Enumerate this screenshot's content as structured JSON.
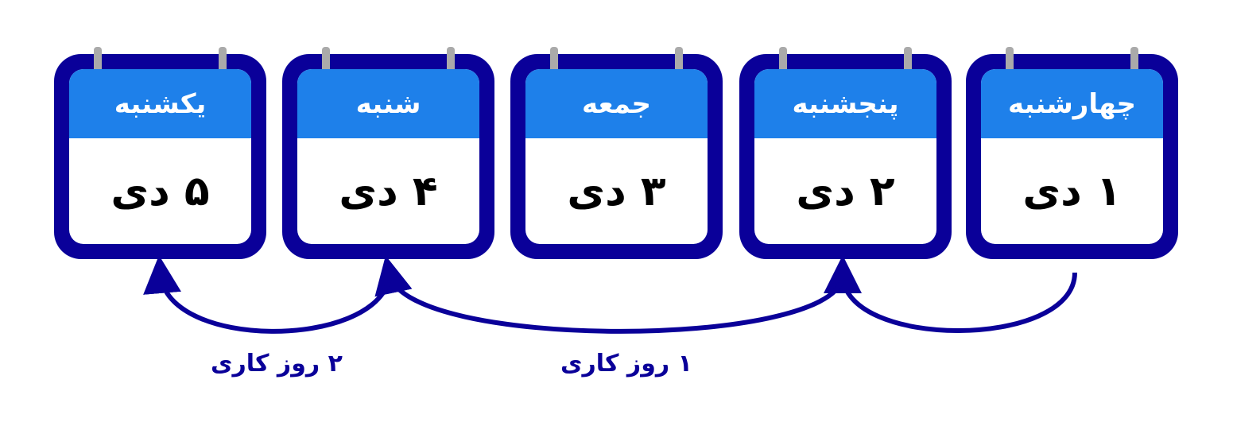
{
  "days": [
    {
      "weekday": "یکشنبه",
      "date": "۵ دی"
    },
    {
      "weekday": "شنبه",
      "date": "۴ دی"
    },
    {
      "weekday": "جمعه",
      "date": "۳ دی"
    },
    {
      "weekday": "پنجشنبه",
      "date": "۲ دی"
    },
    {
      "weekday": "چهارشنبه",
      "date": "۱ دی"
    }
  ],
  "labels": {
    "left": "۲ روز کاری",
    "right": "۱ روز کاری"
  },
  "colors": {
    "navy": "#0a0099",
    "blue": "#1e80ea"
  }
}
